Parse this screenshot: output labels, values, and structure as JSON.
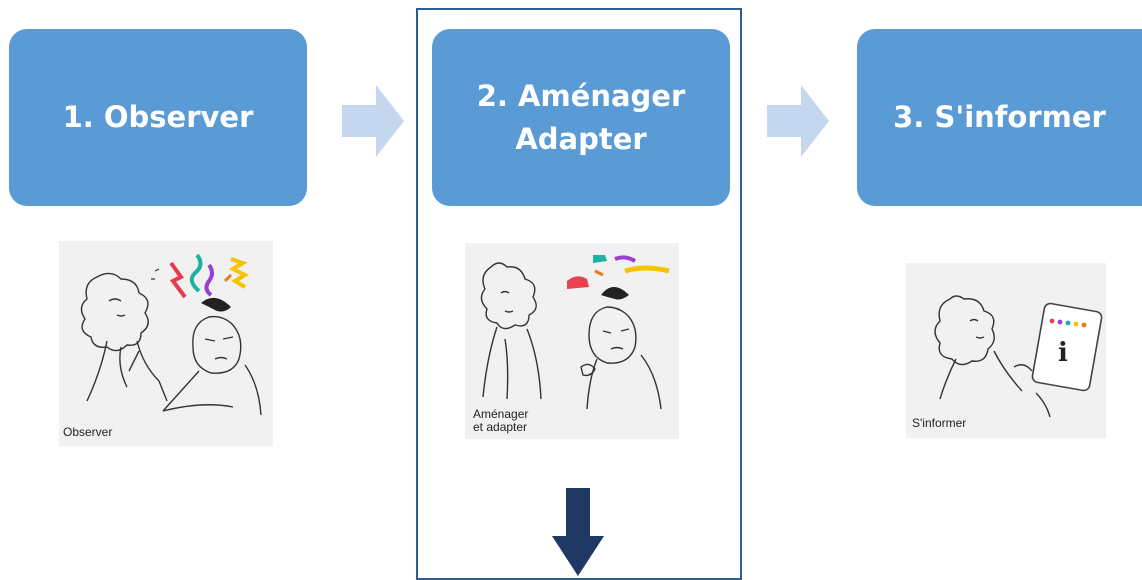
{
  "steps": [
    {
      "title_lines": [
        "1. Observer"
      ]
    },
    {
      "title_lines": [
        "2. Aménager",
        "Adapter"
      ]
    },
    {
      "title_lines": [
        "3. S'informer"
      ]
    }
  ],
  "cards": [
    {
      "caption": "Observer"
    },
    {
      "caption": "Aménager\net adapter"
    },
    {
      "caption": "S'informer"
    }
  ],
  "colors": {
    "box_fill": "#5b9bd5",
    "box_text": "#ffffff",
    "arrow_fill": "#c5d7ee",
    "frame_border": "#2e5f91",
    "down_arrow": "#1f3864",
    "card_bg": "#f1f1f1"
  },
  "icons": [
    "right-arrow-icon",
    "down-arrow-icon"
  ]
}
